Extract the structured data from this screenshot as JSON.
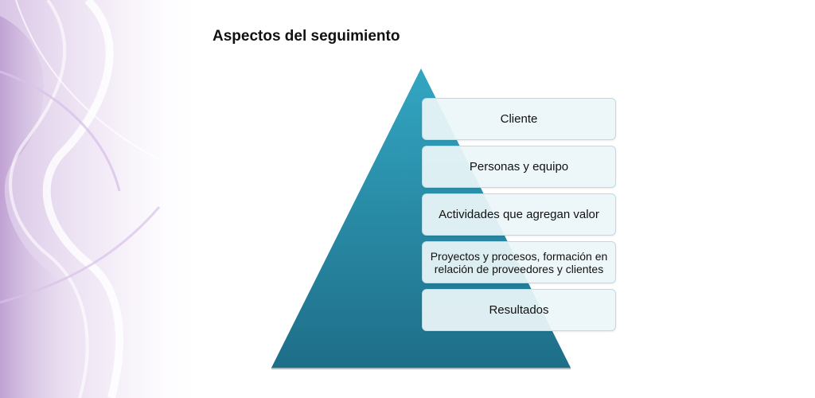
{
  "title": "Aspectos del seguimiento",
  "pyramid": {
    "levels": [
      {
        "label": "Cliente"
      },
      {
        "label": "Personas  y equipo"
      },
      {
        "label": "Actividades  que agregan valor"
      },
      {
        "label": "Proyectos y procesos, formación en relación de proveedores y clientes"
      },
      {
        "label": "Resultados"
      }
    ]
  },
  "colors": {
    "pyramid_top": "#33a6c2",
    "pyramid_bottom": "#1e6e88",
    "box_border": "#b9dbe3",
    "box_fill": "#ecf6f9",
    "decor_purple": "#b48ccc"
  }
}
